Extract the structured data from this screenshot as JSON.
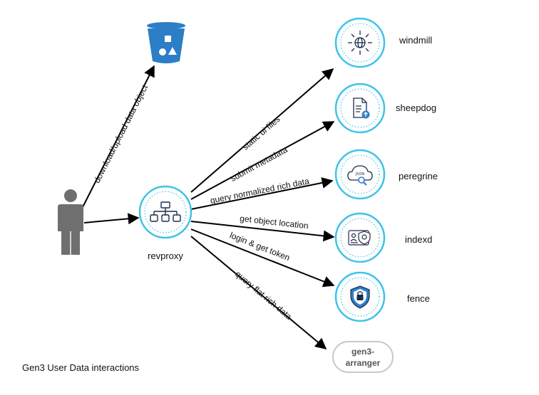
{
  "caption": "Gen3 User Data interactions",
  "hub": {
    "label": "revproxy",
    "icon": "sitemap-icon"
  },
  "user": {
    "icon": "person-icon"
  },
  "storage": {
    "icon": "bucket-icon"
  },
  "services": [
    {
      "id": "windmill",
      "label": "windmill",
      "icon": "globe-arrows-icon"
    },
    {
      "id": "sheepdog",
      "label": "sheepdog",
      "icon": "document-upload-icon"
    },
    {
      "id": "peregrine",
      "label": "peregrine",
      "icon": "json-cloud-search-icon"
    },
    {
      "id": "indexd",
      "label": "indexd",
      "icon": "id-card-shield-icon"
    },
    {
      "id": "fence",
      "label": "fence",
      "icon": "shield-lock-icon"
    }
  ],
  "arranger": {
    "line1": "gen3-",
    "line2": "arranger"
  },
  "edges": {
    "download": "download/upload data object",
    "static": "static ui files",
    "submit": "submit metadata",
    "query_normalized": "query normalized rich data",
    "object_location": "get object location",
    "login": "login & get token",
    "query_flat": "query flat rich data"
  },
  "colors": {
    "ring": "#3ec3e8",
    "bucket": "#2c7ec6",
    "person": "#6f6f6f",
    "pill_border": "#c8c8c8"
  }
}
